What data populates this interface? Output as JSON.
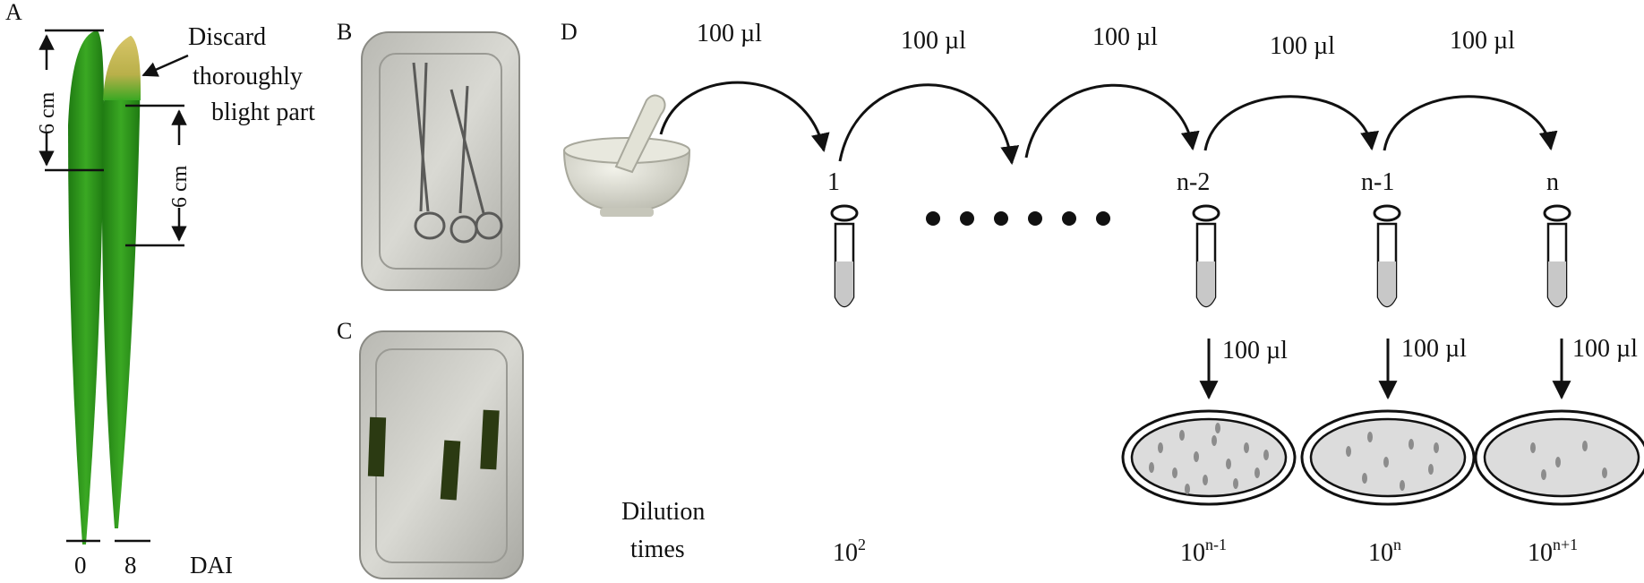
{
  "panels": {
    "a": "A",
    "b": "B",
    "c": "C",
    "d": "D"
  },
  "panel_a": {
    "discard_line1": "Discard",
    "discard_line2": "thoroughly",
    "discard_line3": "blight part",
    "measure_left": "6 cm",
    "measure_right": "6 cm",
    "day_left": "0",
    "day_right": "8",
    "axis_unit": "DAI",
    "colors": {
      "leaf": "#2f9a1c",
      "leaf_dark": "#1f7a12",
      "blight": "#c8b85a"
    }
  },
  "panel_d": {
    "transfer_volume": "100 µl",
    "tube_labels": [
      "1",
      "n-2",
      "n-1",
      "n"
    ],
    "dilution_label_line1": "Dilution",
    "dilution_label_line2": "times",
    "dilution_values": [
      {
        "base": "10",
        "exp": "2"
      },
      {
        "base": "10",
        "exp": "n-1"
      },
      {
        "base": "10",
        "exp": "n"
      },
      {
        "base": "10",
        "exp": "n+1"
      }
    ],
    "colors": {
      "liquid": "#c8c8c8",
      "plate_fill": "#dcdcdc",
      "colony": "#8c8c8c"
    }
  }
}
